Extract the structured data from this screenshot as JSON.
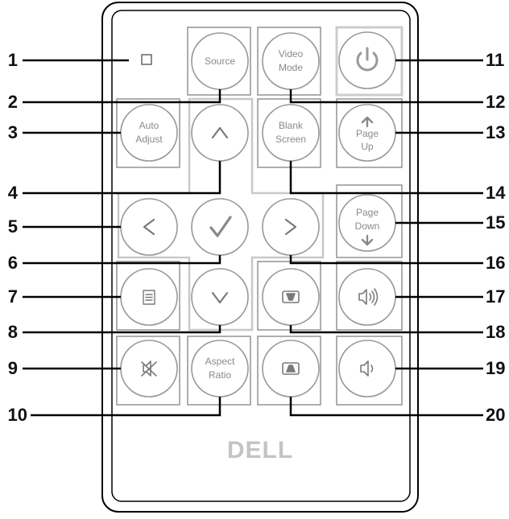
{
  "callouts": {
    "left": [
      "1",
      "2",
      "3",
      "4",
      "5",
      "6",
      "7",
      "8",
      "9",
      "10"
    ],
    "right": [
      "11",
      "12",
      "13",
      "14",
      "15",
      "16",
      "17",
      "18",
      "19",
      "20"
    ]
  },
  "buttons": {
    "source": "Source",
    "video_mode_1": "Video",
    "video_mode_2": "Mode",
    "auto_adjust_1": "Auto",
    "auto_adjust_2": "Adjust",
    "blank_screen_1": "Blank",
    "blank_screen_2": "Screen",
    "page_up_1": "Page",
    "page_up_2": "Up",
    "page_down_1": "Page",
    "page_down_2": "Down",
    "aspect_ratio_1": "Aspect",
    "aspect_ratio_2": "Ratio"
  },
  "icons": {
    "power": "power-icon",
    "up": "chevron-up-icon",
    "left": "chevron-left-icon",
    "right": "chevron-right-icon",
    "down": "chevron-down-icon",
    "enter": "checkmark-icon",
    "menu": "menu-icon",
    "mute": "mute-icon",
    "volume_up": "volume-up-icon",
    "volume_down": "volume-down-icon",
    "keystone_up": "keystone-up-icon",
    "keystone_down": "keystone-down-icon",
    "laser": "laser-icon"
  },
  "logo": "DELL"
}
